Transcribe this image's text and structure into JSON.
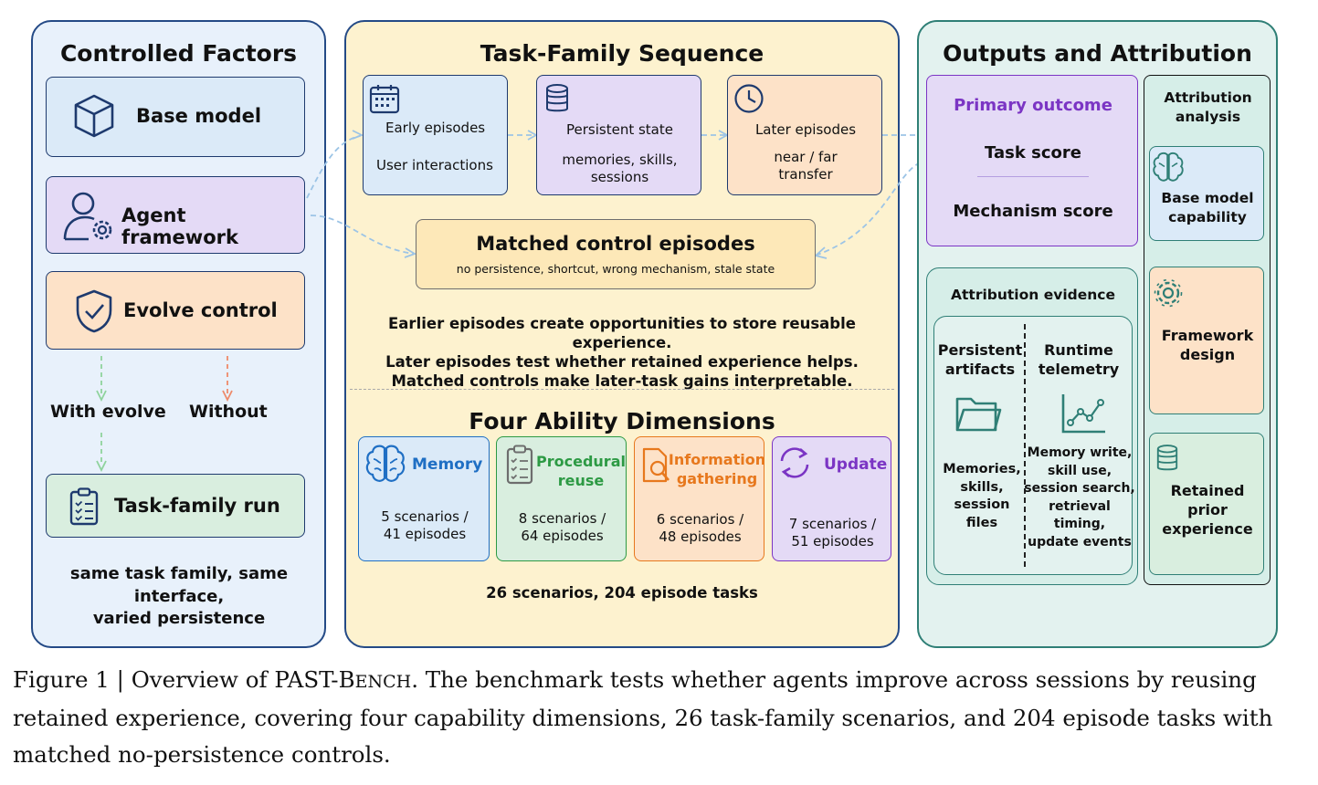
{
  "colors": {
    "blue_fill": "#dbeaf8",
    "blue_stroke": "#1e3a6e",
    "purple_fill": "#e4daf6",
    "orange_fill": "#fde2c8",
    "green_fill": "#d9eedf",
    "yellow_panel": "#fdf2cf",
    "teal_panel": "#e3f2ef",
    "teal_stroke": "#2f7f76",
    "arrow": "#9cc4e6",
    "purple_text": "#7b35c4"
  },
  "left": {
    "title": "Controlled Factors",
    "base_model": "Base model",
    "agent_framework": "Agent framework",
    "evolve_control": "Evolve control",
    "with_evolve": "With evolve",
    "without": "Without",
    "task_family_run": "Task-family run",
    "note": [
      "same task family, same",
      "interface,",
      "varied persistence"
    ]
  },
  "middle": {
    "title": "Task-Family Sequence",
    "early": [
      "Early episodes",
      "User interactions"
    ],
    "persistent": [
      "Persistent state",
      "memories, skills,",
      "sessions"
    ],
    "later": [
      "Later episodes",
      "near / far",
      "transfer"
    ],
    "matched_title": "Matched control episodes",
    "matched_sub": "no persistence, shortcut, wrong mechanism, stale state",
    "explain": [
      "Earlier episodes create opportunities to store reusable experience.",
      "Later episodes test whether retained experience helps.",
      "Matched controls make later-task gains interpretable."
    ],
    "abilities_title": "Four Ability Dimensions",
    "abilities": [
      {
        "name": [
          "Memory"
        ],
        "stats": [
          "5 scenarios /",
          "41 episodes"
        ]
      },
      {
        "name": [
          "Procedural",
          "reuse"
        ],
        "stats": [
          "8 scenarios /",
          "64 episodes"
        ]
      },
      {
        "name": [
          "Information",
          "gathering"
        ],
        "stats": [
          "6 scenarios /",
          "48 episodes"
        ]
      },
      {
        "name": [
          "Update"
        ],
        "stats": [
          "7 scenarios /",
          "51 episodes"
        ]
      }
    ],
    "total": "26 scenarios, 204 episode tasks"
  },
  "right": {
    "title": "Outputs and Attribution",
    "primary": "Primary outcome",
    "task_score": "Task score",
    "mechanism_score": "Mechanism score",
    "evidence_title": "Attribution evidence",
    "persistent": [
      "Persistent",
      "artifacts"
    ],
    "persistent_items": [
      "Memories,",
      "skills,",
      "session",
      "files"
    ],
    "runtime": [
      "Runtime",
      "telemetry"
    ],
    "runtime_items": [
      "Memory write,",
      "skill use,",
      "session search,",
      "retrieval",
      "timing,",
      "update events"
    ],
    "analysis_title": [
      "Attribution",
      "analysis"
    ],
    "base_cap": [
      "Base model",
      "capability"
    ],
    "framework": [
      "Framework",
      "design"
    ],
    "retained": [
      "Retained",
      "prior",
      "experience"
    ]
  },
  "caption": {
    "label": "Figure 1 | Overview of PAST-B",
    "smallcaps": "ENCH",
    "text": ". The benchmark tests whether agents improve across sessions by reusing retained experience, covering four capability dimensions, 26 task-family scenarios, and 204 episode tasks with matched no-persistence controls."
  }
}
